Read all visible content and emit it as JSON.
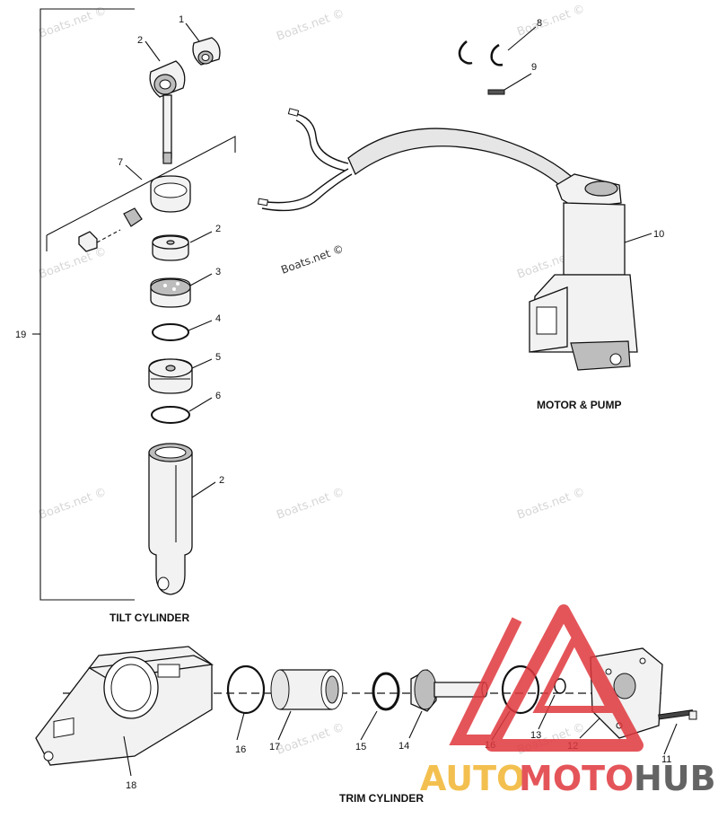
{
  "captions": {
    "tilt": "TILT CYLINDER",
    "motor": "MOTOR & PUMP",
    "trim": "TRIM CYLINDER"
  },
  "watermark": "Boats.net ©",
  "logo": {
    "auto": "AUTO",
    "moto": "MOTO",
    "hub": "HUB",
    "colors": {
      "auto": "#f2b632",
      "moto": "#e0383e",
      "hub": "#4a4a4a"
    }
  },
  "callouts": {
    "c1": "1",
    "c2a": "2",
    "c2b": "2",
    "c2c": "2",
    "c3": "3",
    "c4": "4",
    "c5": "5",
    "c6": "6",
    "c7": "7",
    "c8": "8",
    "c9": "9",
    "c10": "10",
    "c11": "11",
    "c12": "12",
    "c13": "13",
    "c14": "14",
    "c15": "15",
    "c16a": "16",
    "c16b": "16",
    "c17": "17",
    "c18": "18",
    "c19": "19"
  }
}
